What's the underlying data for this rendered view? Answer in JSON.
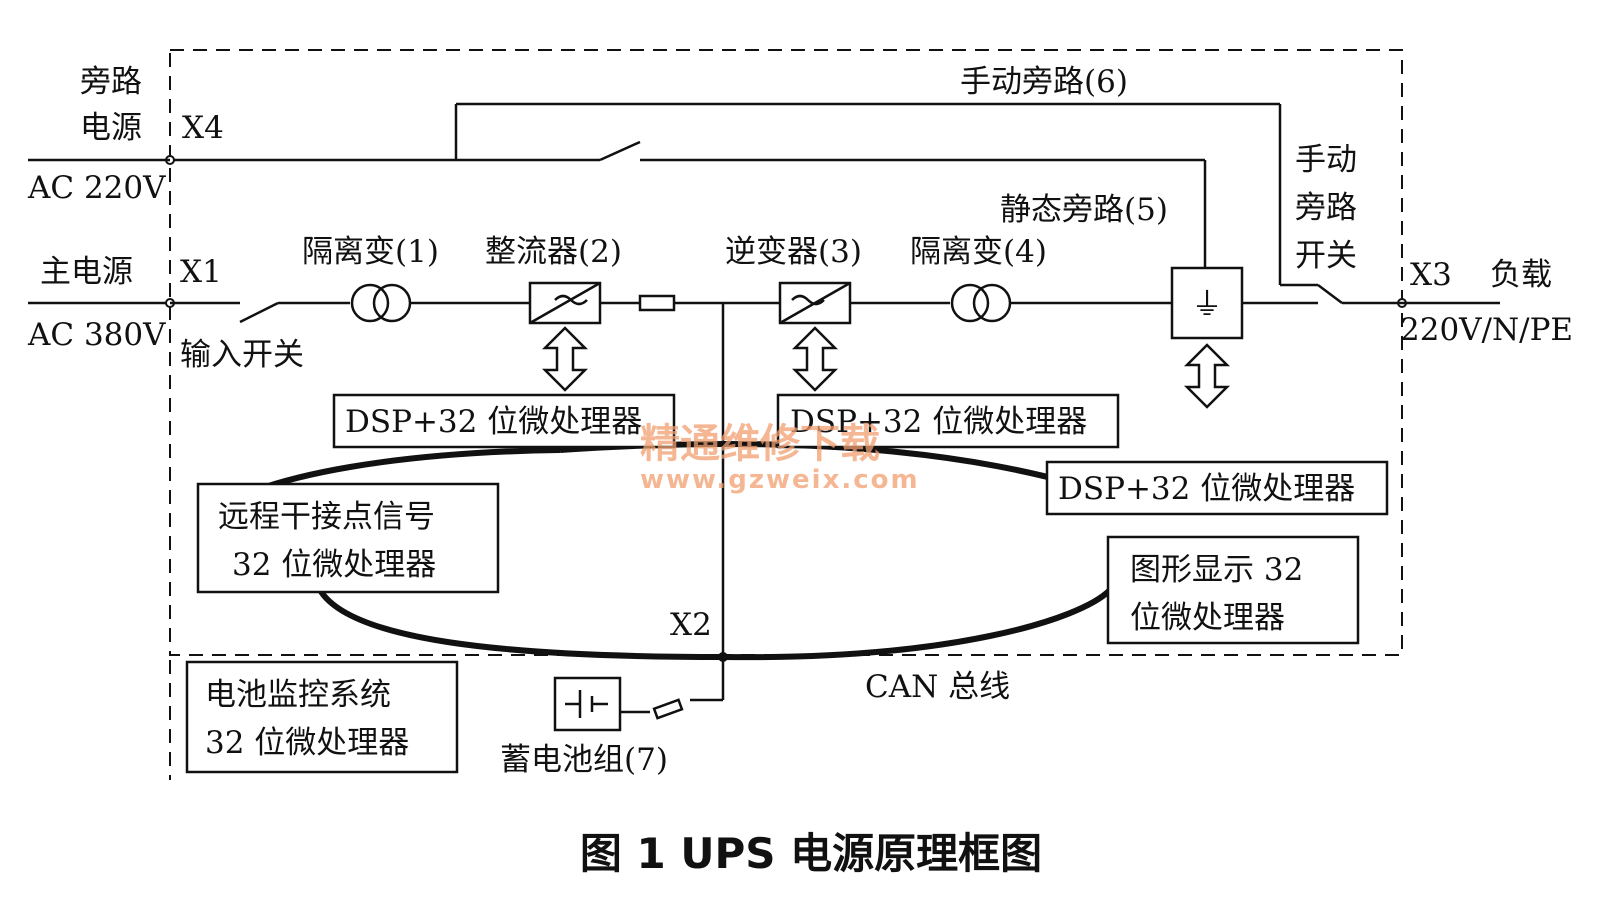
{
  "labels": {
    "bypass_source_1": "旁路",
    "bypass_source_2": "电源",
    "bypass_voltage": "AC 220V",
    "x4": "X4",
    "main_source": "主电源",
    "x1": "X1",
    "main_voltage": "AC 380V",
    "input_switch": "输入开关",
    "manual_bypass": "手动旁路(6)",
    "static_bypass": "静态旁路(5)",
    "manual_switch_1": "手动",
    "manual_switch_2": "旁路",
    "manual_switch_3": "开关",
    "x3": "X3",
    "load": "负载",
    "load_voltage": "220V/N/PE",
    "transformer_1": "隔离变(1)",
    "rectifier": "整流器(2)",
    "inverter": "逆变器(3)",
    "transformer_4": "隔离变(4)",
    "dsp_1": "DSP+32 位微处理器",
    "dsp_2": "DSP+32 位微处理器",
    "dsp_3": "DSP+32 位微处理器",
    "remote_1": "远程干接点信号",
    "remote_2": "32 位微处理器",
    "graphic_1": "图形显示 32",
    "graphic_2": "位微处理器",
    "battery_mon_1": "电池监控系统",
    "battery_mon_2": "32 位微处理器",
    "x2": "X2",
    "can_bus": "CAN 总线",
    "battery": "蓄电池组(7)"
  },
  "caption": "图 1    UPS 电源原理框图",
  "watermark": {
    "text": "精通维修下载",
    "url": "www.gzweix.com"
  }
}
